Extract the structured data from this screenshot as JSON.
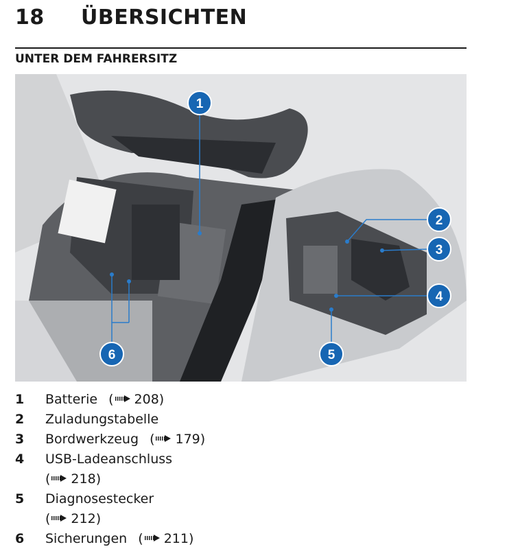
{
  "header": {
    "page_number": "18",
    "title": "ÜBERSICHTEN"
  },
  "section": {
    "title": "UNTER DEM FAHRERSITZ"
  },
  "figure": {
    "callouts": [
      "1",
      "2",
      "3",
      "4",
      "5",
      "6"
    ],
    "callout_color": "#1766b3"
  },
  "items": [
    {
      "num": "1",
      "label": "Batterie",
      "ref": "208"
    },
    {
      "num": "2",
      "label": "Zuladungstabelle"
    },
    {
      "num": "3",
      "label": "Bordwerkzeug",
      "ref": "179"
    },
    {
      "num": "4",
      "label": "USB-Ladeanschluss",
      "ref": "218"
    },
    {
      "num": "5",
      "label": "Diagnosestecker",
      "ref": "212"
    },
    {
      "num": "6",
      "label": "Sicherungen",
      "ref": "211"
    }
  ]
}
